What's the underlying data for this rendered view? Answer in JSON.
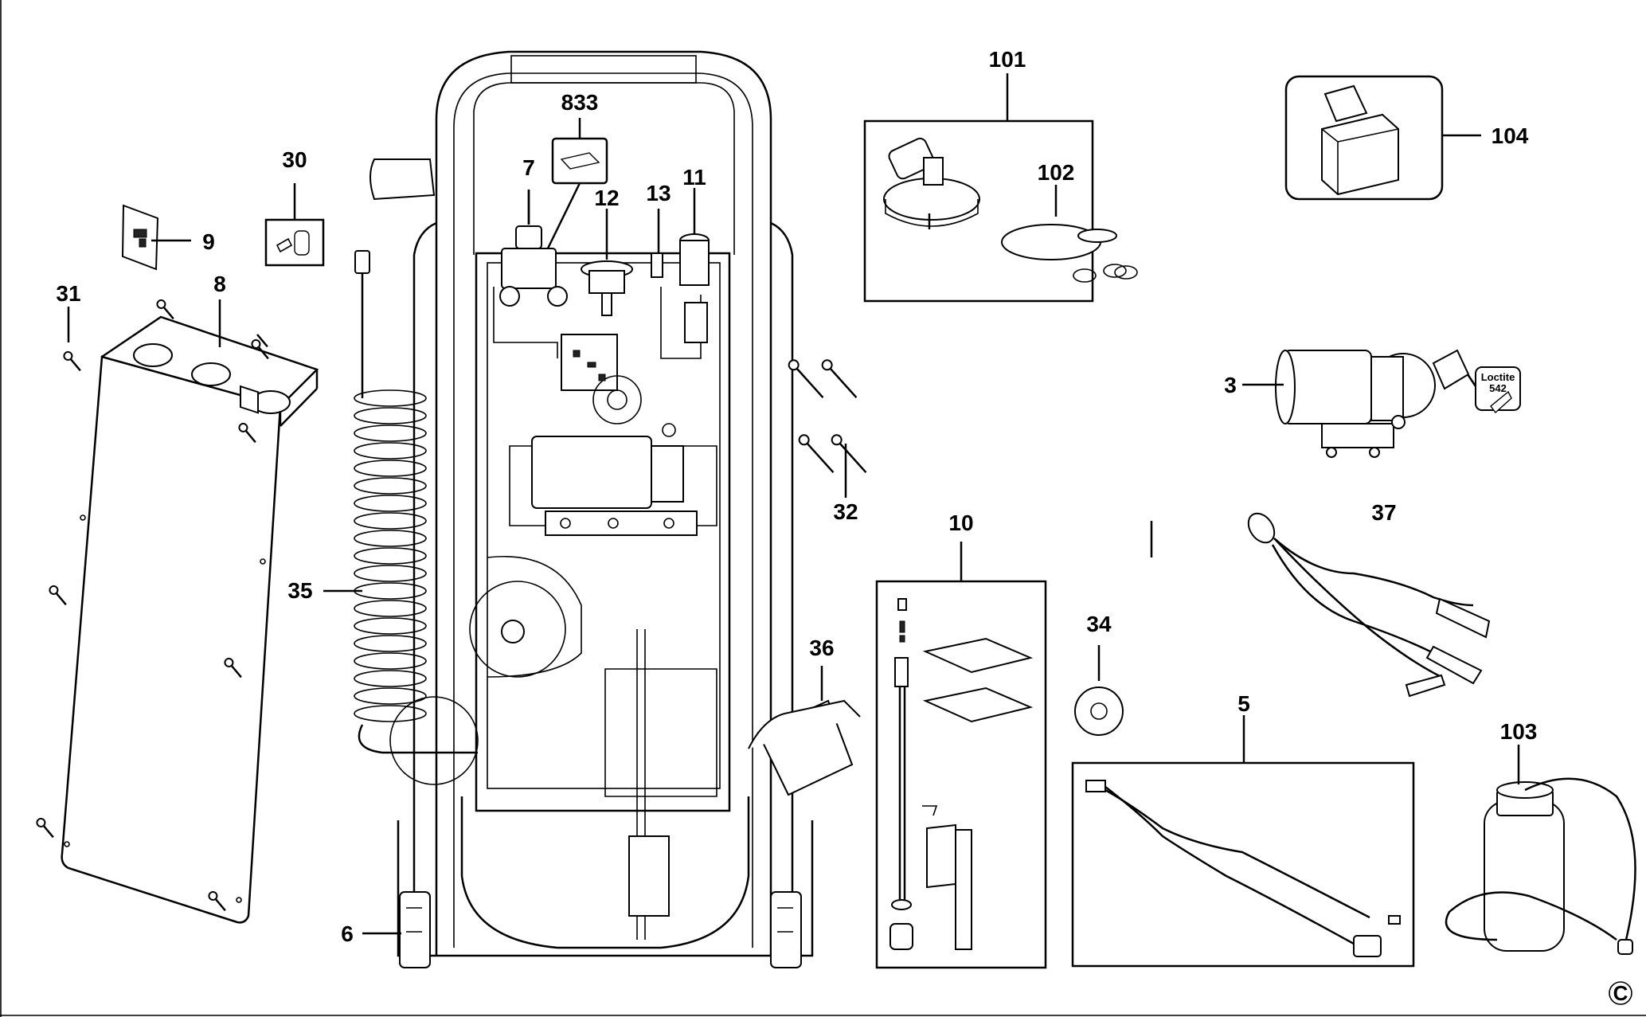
{
  "diagram": {
    "callouts": {
      "c101": "101",
      "c833": "833",
      "c104": "104",
      "c30": "30",
      "c7": "7",
      "c12": "12",
      "c13": "13",
      "c11": "11",
      "c102": "102",
      "c9": "9",
      "c31": "31",
      "c8": "8",
      "c3": "3",
      "c32": "32",
      "c10": "10",
      "c37": "37",
      "c35": "35",
      "c34": "34",
      "c36": "36",
      "c5": "5",
      "c103": "103",
      "c6": "6"
    },
    "loctite_line1": "Loctite",
    "loctite_line2": "542",
    "copyright": "C"
  }
}
